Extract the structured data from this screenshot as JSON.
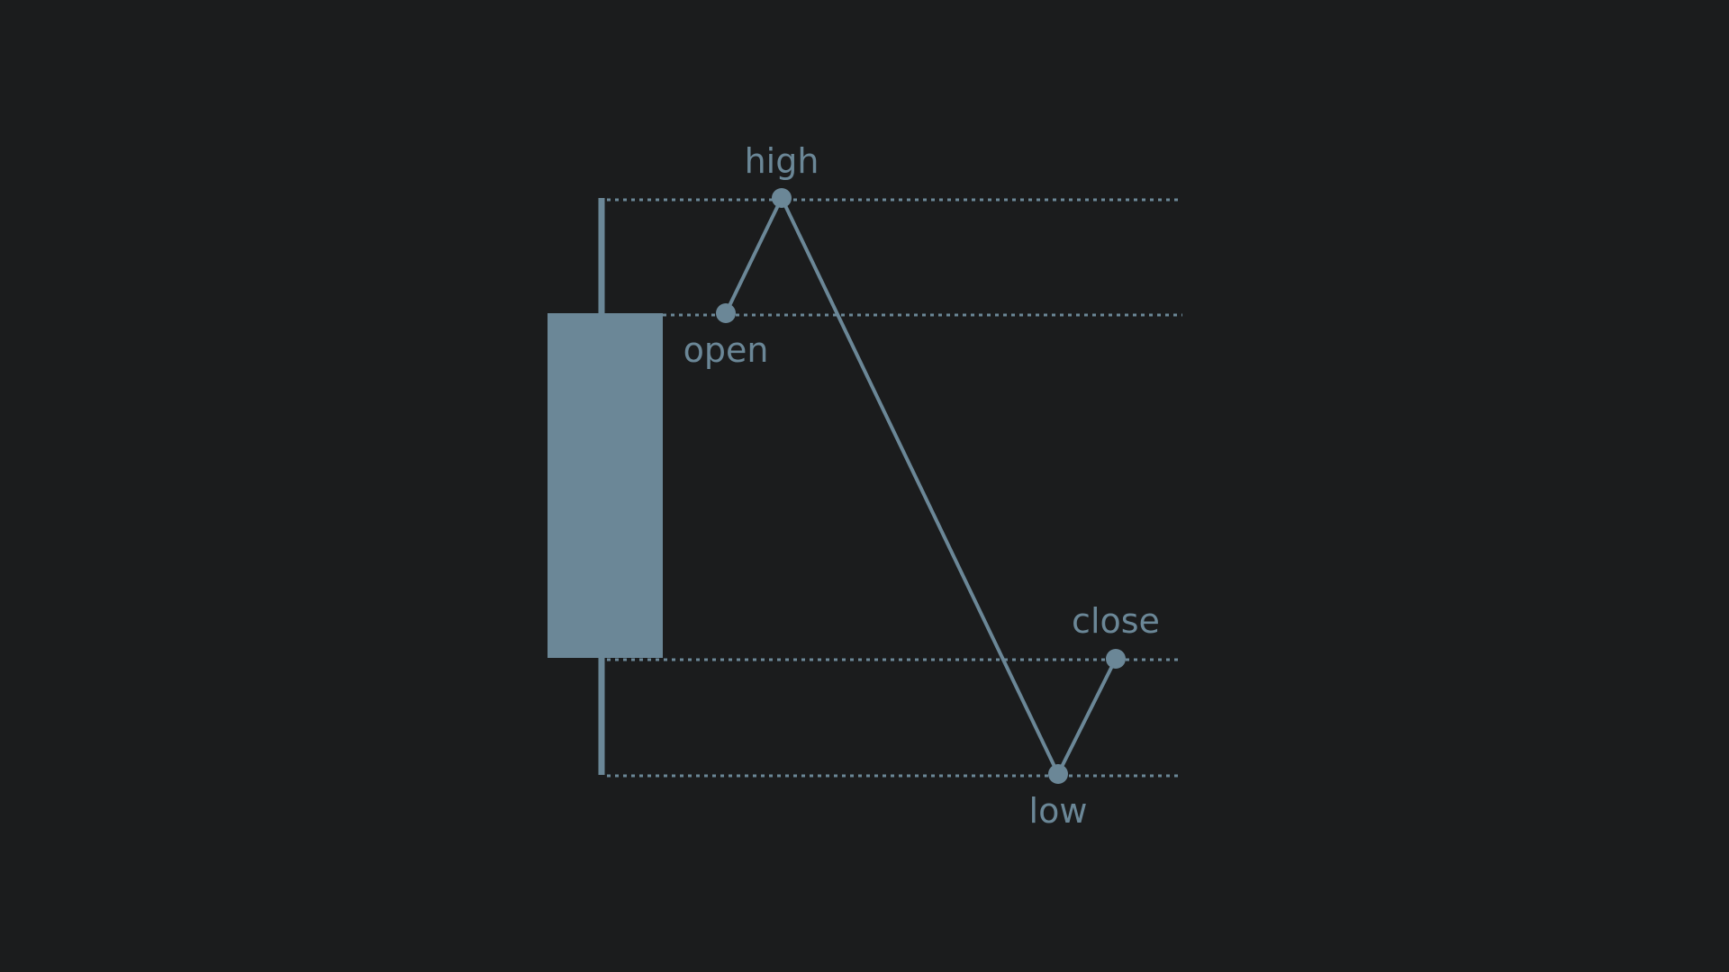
{
  "colors": {
    "background": "#1b1c1d",
    "accent": "#6b8797"
  },
  "labels": {
    "high": "high",
    "open": "open",
    "close": "close",
    "low": "low"
  }
}
